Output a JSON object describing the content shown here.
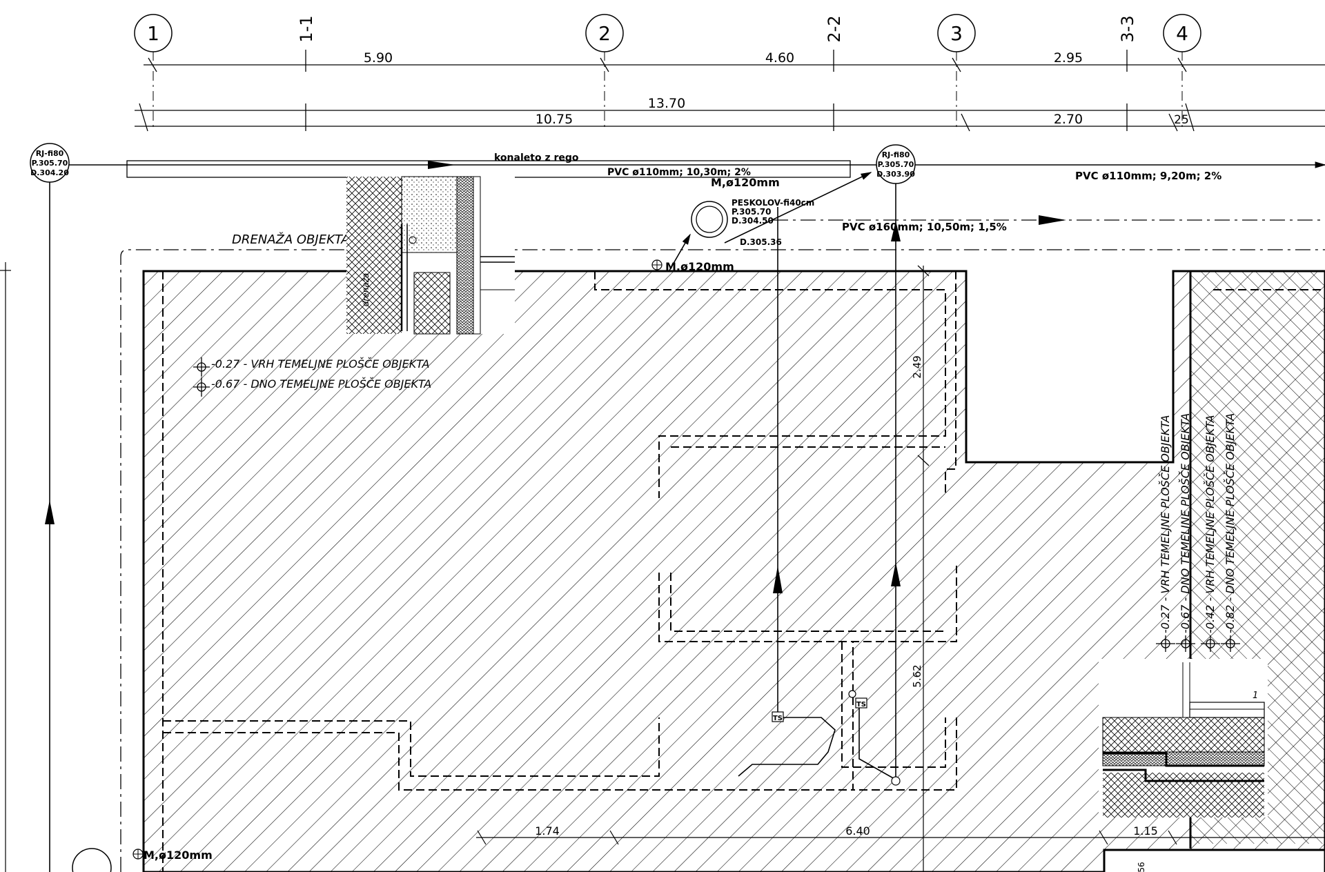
{
  "grid_axes": [
    {
      "id": "axis-1",
      "label": "1"
    },
    {
      "id": "axis-2",
      "label": "2"
    },
    {
      "id": "axis-3",
      "label": "3"
    },
    {
      "id": "axis-4",
      "label": "4"
    }
  ],
  "section_marks": [
    "1-1",
    "2-2",
    "3-3"
  ],
  "dimensions": {
    "d_1_11": "5.90",
    "d_11_22": "4.60",
    "d_3_33": "2.95",
    "d_overall": "13.70",
    "d_10_75": "10.75",
    "d_2_70": "2.70",
    "d_25": "25",
    "d_2_49": "2.49",
    "d_5_62": "5.62",
    "d_1_74": "1.74",
    "d_6_40": "6.40",
    "d_1_15": "1.15",
    "d_56": "56"
  },
  "manholes": {
    "left": {
      "name": "RJ-fi80",
      "p": "P.305.70",
      "d": "D.304.20"
    },
    "right": {
      "name": "RJ-fi80",
      "p": "P.305.70",
      "d": "D.303.90"
    },
    "sand_trap": {
      "name": "PESKOLOV-fi40cm",
      "p": "P.305.70",
      "d": "D.304.50",
      "extra": "D.305.36"
    }
  },
  "pipes": {
    "gutter": "konaleto z rego",
    "pvc_110_a": "PVC ø110mm; 10,30m; 2%",
    "pvc_110_b": "PVC ø110mm; 9,20m; 2%",
    "pvc_160": "PVC ø160mm; 10,50m; 1,5%",
    "m120_a": "M,ø120mm",
    "m120_b": "M,ø120mm",
    "m120_c": "M,ø120mm"
  },
  "labels": {
    "drainage": "DRENAŽA OBJEKTA",
    "detail_text": "drenaža",
    "ts1": "TS",
    "ts2": "TS",
    "detail_num": "1"
  },
  "levels": {
    "l1": "-0.27 - VRH TEMELJNE PLOŠČE OBJEKTA",
    "l2": "-0.67 - DNO TEMELJNE PLOŠČE OBJEKTA",
    "v1": "-0.27 - VRH TEMELJNE PLOŠČE OBJEKTA",
    "v2": "-0.67 - DNO TEMELJNE PLOŠČE OBJEKTA",
    "v3": "-0.42 - VRH TEMELJNE PLOŠČE OBJEKTA",
    "v4": "-0.82 - DNO TEMELJNE PLOŠČE OBJEKTA"
  },
  "colors": {
    "ink": "#000000",
    "paper": "#ffffff"
  }
}
